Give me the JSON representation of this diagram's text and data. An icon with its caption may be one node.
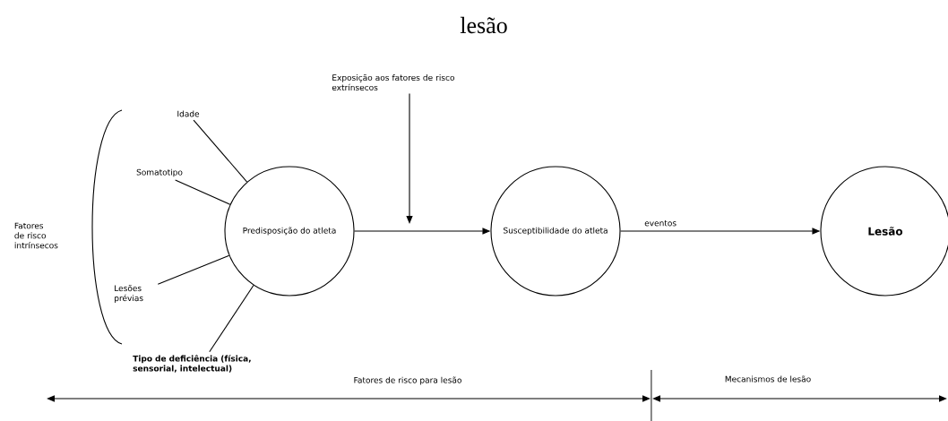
{
  "diagram": {
    "title": "lesão",
    "nodes": [
      {
        "text": [
          "Idade"
        ]
      },
      {
        "text": [
          "Somatotipo"
        ]
      },
      {
        "text": [
          "Lesões prévias"
        ]
      },
      {
        "text": [
          "Tipo de deficiência (física, sensorial, intelectual)"
        ]
      },
      {
        "text": [
          "Predisposição do atleta"
        ]
      },
      {
        "text": [
          "Exposição aos fatores de risco extrínsecos"
        ]
      },
      {
        "text": [
          "Susceptibilidade do atleta"
        ]
      },
      {
        "text": [
          "Lesão"
        ]
      }
    ],
    "edges": [
      {
        "from": 0,
        "to": 4,
        "arrow": "none"
      },
      {
        "from": 1,
        "to": 4,
        "arrow": "none"
      },
      {
        "from": 2,
        "to": 4,
        "arrow": "none"
      },
      {
        "from": 3,
        "to": 4,
        "arrow": "none"
      },
      {
        "from": 4,
        "to": 6,
        "arrow": "to"
      },
      {
        "from": 5,
        "to": null,
        "arrow": "to"
      },
      {
        "from": 6,
        "to": 7,
        "arrow": "to",
        "label": "eventos"
      }
    ],
    "labels": [
      "Fatores de risco intrínsecos",
      "Fatores de risco para lesão",
      "Mecanismos de lesão"
    ]
  }
}
